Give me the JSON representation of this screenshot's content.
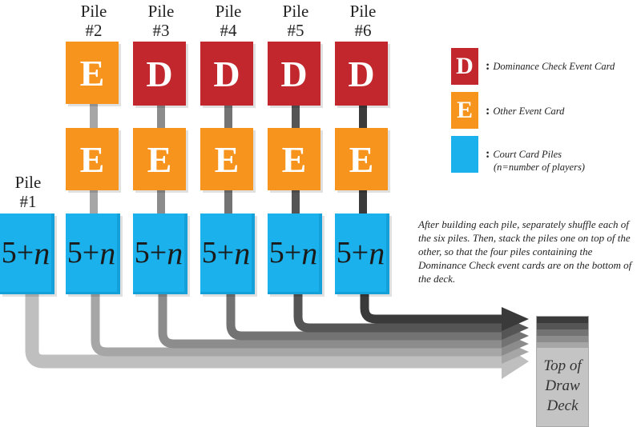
{
  "piles": [
    {
      "label": "Pile",
      "number": "#1",
      "cards": [
        "5+",
        "n"
      ]
    },
    {
      "label": "Pile",
      "number": "#2",
      "cards": [
        "E",
        "E",
        "5+",
        "n"
      ]
    },
    {
      "label": "Pile",
      "number": "#3",
      "cards": [
        "D",
        "E",
        "5+",
        "n"
      ]
    },
    {
      "label": "Pile",
      "number": "#4",
      "cards": [
        "D",
        "E",
        "5+",
        "n"
      ]
    },
    {
      "label": "Pile",
      "number": "#5",
      "cards": [
        "D",
        "E",
        "5+",
        "n"
      ]
    },
    {
      "label": "Pile",
      "number": "#6",
      "cards": [
        "D",
        "E",
        "5+",
        "n"
      ]
    }
  ],
  "legend": [
    {
      "symbol": "D",
      "text": "Dominance Check Event Card",
      "color": "#c1272d"
    },
    {
      "symbol": "E",
      "text": "Other Event Card",
      "color": "#f7941d"
    },
    {
      "symbol": "",
      "text": "Court Card Piles",
      "subtext": "(n=number of players)",
      "color": "#1ab1ec"
    }
  ],
  "note": "After building each pile, separately shuffle each of the six piles. Then, stack the piles one on top of the other, so that the four piles containing the Dominance Check event cards are on the bottom of the deck.",
  "deck": {
    "line1": "Top of",
    "line2": "Draw",
    "line3": "Deck"
  },
  "colors": {
    "dominance": "#c1272d",
    "other_event": "#f7941d",
    "court": "#1ab1ec",
    "pile_arrows": [
      "#bfbfbf",
      "#a6a6a6",
      "#8c8c8c",
      "#737373",
      "#555555",
      "#3a3a3a"
    ]
  }
}
